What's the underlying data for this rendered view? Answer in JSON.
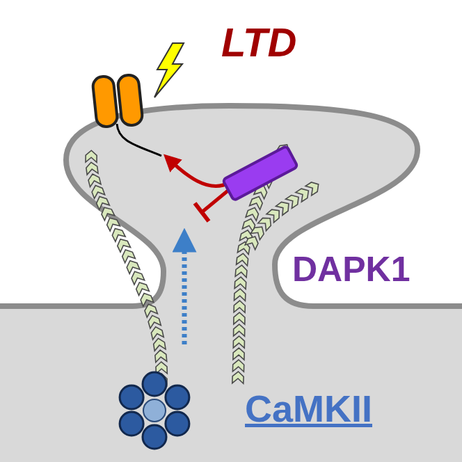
{
  "diagram": {
    "labels": [
      "LTD",
      "DAPK1",
      "CaMKII"
    ]
  }
}
